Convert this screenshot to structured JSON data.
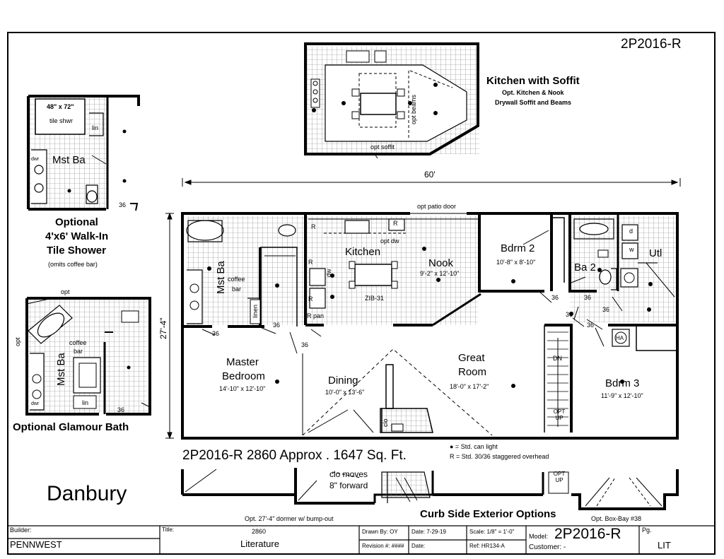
{
  "model_code": "2P2016-R",
  "kitchen_option": {
    "title": "Kitchen with Soffit",
    "line1": "Opt. Kitchen & Nook",
    "line2": "Drywall Soffit and Beams",
    "beams_label": "opt beams",
    "soffit_label": "opt soffit"
  },
  "shower_option": {
    "shower_label": "48\" x 72\"",
    "shower_label2": "tile shwr",
    "lin": "lin",
    "room": "Mst Ba",
    "dwr": "dwr",
    "dim": "36",
    "title1": "Optional",
    "title2": "4'x6' Walk-In",
    "title3": "Tile  Shower",
    "note": "(omits coffee bar)"
  },
  "glamour_option": {
    "opt_top": "opt",
    "opt_side": "opt",
    "coffee": "coffee",
    "bar": "bar",
    "room": "Mst Ba",
    "lin": "lin",
    "dim": "36",
    "dwr": "dwr",
    "title": "Optional Glamour Bath"
  },
  "dimensions": {
    "width": "60'",
    "depth": "27'-4\""
  },
  "plan": {
    "patio": "opt patio door",
    "kitchen": "Kitchen",
    "opt_dw": "opt dw",
    "nook": "Nook",
    "nook_size": "9'-2\" x 12'-10\"",
    "zib": "ZIB-31",
    "r": "R",
    "rpan": "R pan",
    "dw": "dw",
    "bdrm2": "Bdrm 2",
    "bdrm2_size": "10'-8\" x 8'-10\"",
    "ba2": "Ba 2",
    "utl": "Utl",
    "d": "d",
    "w": "w",
    "mst_ba": "Mst Ba",
    "coffee": "coffee",
    "bar": "bar",
    "linen": "linen",
    "master": "Master",
    "bedroom": "Bedroom",
    "master_size": "14'-10\" x 12'-10\"",
    "dining": "Dining",
    "dining_size": "10'-0\" x 13'-6\"",
    "great": "Great",
    "room": "Room",
    "great_size": "18'-0\" x 17'-2\"",
    "bdrm3": "Bdrm 3",
    "bdrm3_size": "11'-9\" x 12'-10\"",
    "dn": "DN",
    "opt_up": "OPT UP",
    "clo": "clo",
    "ha": "HA",
    "d36": "36"
  },
  "legend": {
    "summary": "2P2016-R 2860  Approx . 1647 Sq. Ft.",
    "can": "● = Std. can light",
    "r_note": "R = Std. 30/36 staggered overhead"
  },
  "curb": {
    "clo_moves1": "clo moves",
    "clo_moves2": "8\" forward",
    "opt_up": "OPT UP",
    "dormer": "Opt. 27'-4\" dormer w/ bump-out",
    "title": "Curb Side Exterior Options",
    "boxbay": "Opt. Box-Bay #38"
  },
  "series_name": "Danbury",
  "title_block": {
    "builder_label": "Builder:",
    "builder": "PENNWEST",
    "title_label": "Title:",
    "title_num": "2860",
    "title": "Literature",
    "drawn_by": "Drawn By: OY",
    "date": "Date:  7-29-19",
    "revision": "Revision #:  ####",
    "date2": "Date:",
    "scale": "Scale: 1/8\" = 1'-0\"",
    "ref": "Ref: HR134-A",
    "model_label": "Model:",
    "model": "2P2016-R",
    "customer": "Customer: -",
    "pg_label": "Pg.",
    "pg": "LIT"
  }
}
